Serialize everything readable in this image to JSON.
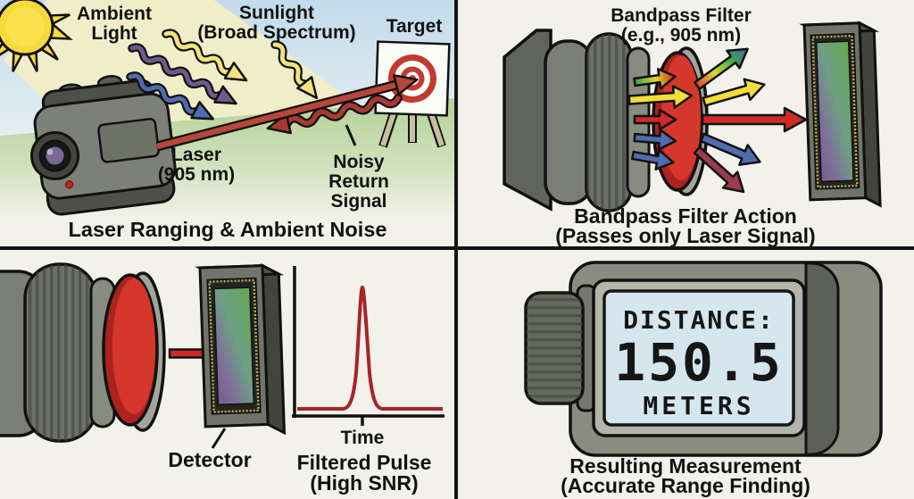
{
  "figure": {
    "description": "Four-panel diagram explaining how a laser rangefinder rejects ambient noise with a bandpass filter and measures distance"
  },
  "panels": {
    "laser_ranging": {
      "caption": "Laser Ranging & Ambient Noise",
      "labels": {
        "ambient_light": [
          "Ambient",
          "Light"
        ],
        "sunlight": [
          "Sunlight",
          "(Broad Spectrum)"
        ],
        "target": "Target",
        "laser": [
          "Laser",
          "(905 nm)"
        ],
        "noisy_return": [
          "Noisy",
          "Return",
          "Signal"
        ]
      }
    },
    "bandpass": {
      "title": [
        "Bandpass Filter",
        "(e.g., 905 nm)"
      ],
      "caption": [
        "Bandpass Filter Action",
        "(Passes only Laser Signal)"
      ]
    },
    "filtered_pulse": {
      "detector_label": "Detector",
      "xlabel": "Time",
      "caption": [
        "Filtered Pulse",
        "(High SNR)"
      ]
    },
    "measurement": {
      "lcd_line1": "DISTANCE:",
      "lcd_value": "150.5",
      "lcd_unit": "METERS",
      "caption": [
        "Resulting Measurement",
        "(Accurate Range Finding)"
      ]
    }
  },
  "chart_data": {
    "type": "line",
    "title": "Filtered Pulse (High SNR)",
    "xlabel": "Time",
    "ylabel": "",
    "series": [
      {
        "name": "filtered return pulse",
        "shape": "flat baseline with single narrow Gaussian peak",
        "peak_x_fraction": 0.45,
        "peak_height_fraction": 0.95,
        "baseline": 0
      }
    ],
    "grid": false,
    "legend": false,
    "axes": "plain L-shaped axes, one tick mark under the peak"
  },
  "colors": {
    "background": "#f2f1ea",
    "divider": "#141414",
    "sky": "#c3dbeb",
    "sun_beam": "#efeec8",
    "grass": "#b4d198",
    "sun_yellow": "#f6d93b",
    "laser_red": "#b6473a",
    "filter_red": "#d23028",
    "arrow_yellow": "#f2dd3a",
    "arrow_blue": "#4f6cae",
    "arrow_purple": "#6f5a8c",
    "arrow_maroon": "#9c3a4e",
    "device_gray": "#898c7f",
    "lcd_screen": "#d6e6ef"
  }
}
